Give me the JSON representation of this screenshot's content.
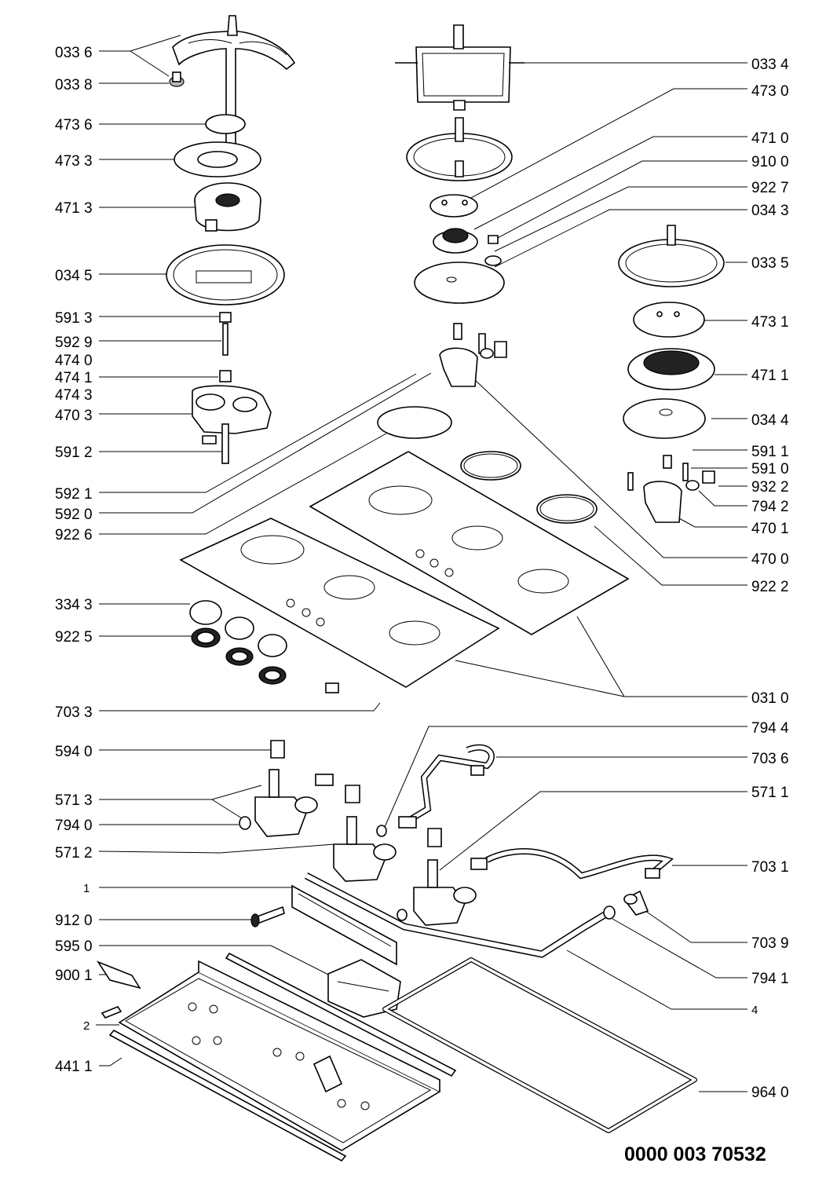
{
  "document_number": "0000 003 70532",
  "labels_left": [
    {
      "id": "l-0336",
      "text": "033 6"
    },
    {
      "id": "l-0338",
      "text": "033 8"
    },
    {
      "id": "l-4736",
      "text": "473 6"
    },
    {
      "id": "l-4733",
      "text": "473 3"
    },
    {
      "id": "l-4713",
      "text": "471 3"
    },
    {
      "id": "l-0345",
      "text": "034 5"
    },
    {
      "id": "l-5913",
      "text": "591 3"
    },
    {
      "id": "l-5929",
      "text": "592 9"
    },
    {
      "id": "l-4740",
      "text": "474 0"
    },
    {
      "id": "l-4741",
      "text": "474 1"
    },
    {
      "id": "l-4743",
      "text": "474 3"
    },
    {
      "id": "l-4703",
      "text": "470 3"
    },
    {
      "id": "l-5912",
      "text": "591 2"
    },
    {
      "id": "l-5921",
      "text": "592 1"
    },
    {
      "id": "l-5920",
      "text": "592 0"
    },
    {
      "id": "l-9226",
      "text": "922 6"
    },
    {
      "id": "l-3343",
      "text": "334 3"
    },
    {
      "id": "l-9225",
      "text": "922 5"
    },
    {
      "id": "l-7033",
      "text": "703 3"
    },
    {
      "id": "l-5940",
      "text": "594 0"
    },
    {
      "id": "l-5713",
      "text": "571 3"
    },
    {
      "id": "l-7940",
      "text": "794 0"
    },
    {
      "id": "l-5712",
      "text": "571 2"
    },
    {
      "id": "l-1",
      "text": "1"
    },
    {
      "id": "l-9120",
      "text": "912 0"
    },
    {
      "id": "l-5950",
      "text": "595 0"
    },
    {
      "id": "l-9001",
      "text": "900 1"
    },
    {
      "id": "l-2",
      "text": "2"
    },
    {
      "id": "l-4411",
      "text": "441 1"
    }
  ],
  "labels_right": [
    {
      "id": "r-0334",
      "text": "033 4"
    },
    {
      "id": "r-4730",
      "text": "473 0"
    },
    {
      "id": "r-4710",
      "text": "471 0"
    },
    {
      "id": "r-9100",
      "text": "910 0"
    },
    {
      "id": "r-9227",
      "text": "922 7"
    },
    {
      "id": "r-0343",
      "text": "034 3"
    },
    {
      "id": "r-0335",
      "text": "033 5"
    },
    {
      "id": "r-4731",
      "text": "473 1"
    },
    {
      "id": "r-4711",
      "text": "471 1"
    },
    {
      "id": "r-0344",
      "text": "034 4"
    },
    {
      "id": "r-5911",
      "text": "591 1"
    },
    {
      "id": "r-5910",
      "text": "591 0"
    },
    {
      "id": "r-9322",
      "text": "932 2"
    },
    {
      "id": "r-7942",
      "text": "794 2"
    },
    {
      "id": "r-4701",
      "text": "470 1"
    },
    {
      "id": "r-4700",
      "text": "470 0"
    },
    {
      "id": "r-9222",
      "text": "922 2"
    },
    {
      "id": "r-0310",
      "text": "031 0"
    },
    {
      "id": "r-7944",
      "text": "794 4"
    },
    {
      "id": "r-7036",
      "text": "703 6"
    },
    {
      "id": "r-5711",
      "text": "571 1"
    },
    {
      "id": "r-7031",
      "text": "703 1"
    },
    {
      "id": "r-7039",
      "text": "703 9"
    },
    {
      "id": "r-7941",
      "text": "794 1"
    },
    {
      "id": "r-4",
      "text": "4"
    },
    {
      "id": "r-9640",
      "text": "964 0"
    }
  ]
}
